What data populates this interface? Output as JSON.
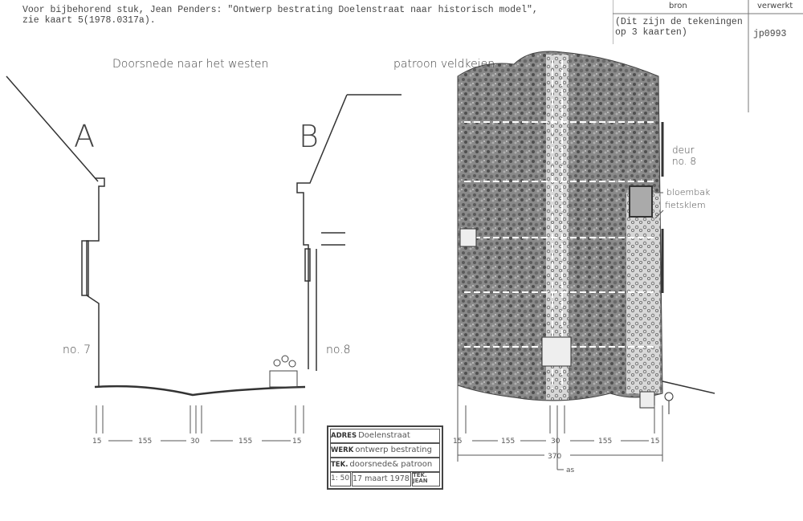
{
  "header": {
    "line1": "Voor bijbehorend stuk, Jean Penders: \"Ontwerp bestrating Doelenstraat naar historisch model\",",
    "line2": "zie kaart 5(1978.0317a)."
  },
  "source_table": {
    "col_bron": "bron",
    "col_verwerkt": "verwerkt",
    "bron_line1": "(Dit zijn de tekeningen",
    "bron_line2": "op 3 kaarten)",
    "verwerkt_value": "jp0993"
  },
  "section": {
    "title": "Doorsnede naar het westen",
    "label_a": "A",
    "label_b": "B",
    "house_left": "no. 7",
    "house_right": "no.8",
    "dims": [
      "15",
      "155",
      "30",
      "155",
      "15"
    ]
  },
  "pattern": {
    "title": "patroon veldkeien",
    "annot_door_1": "deur",
    "annot_door_2": "no. 8",
    "annot_planter": "bloembak",
    "annot_bike": "fietsklem",
    "dims": [
      "15",
      "155",
      "30",
      "155",
      "15"
    ],
    "total": "370",
    "axis": "as"
  },
  "title_block": {
    "adres_key": "ADRES",
    "adres_val": "Doelenstraat",
    "werk_key": "WERK",
    "werk_val": "ontwerp bestrating",
    "tek_key": "TEK.",
    "tek_val": "doorsnede& patroon",
    "scale": "1: 50",
    "date": "17 maart 1978",
    "drawn_by": "TEK. JEAN"
  }
}
